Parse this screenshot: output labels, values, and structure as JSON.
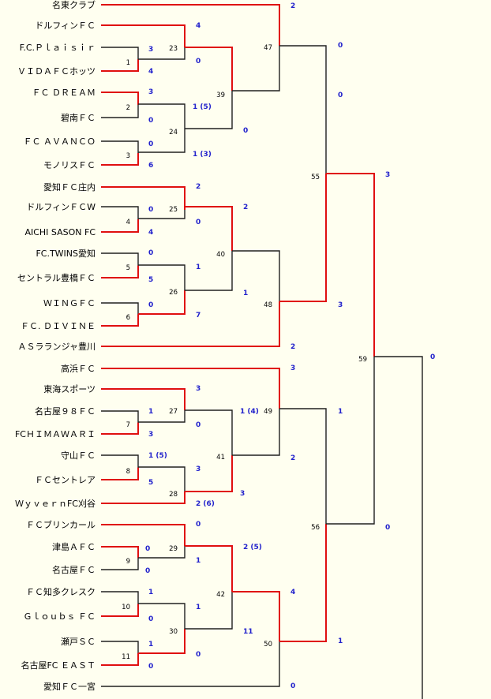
{
  "teams": [
    "名東クラブ",
    "ドルフィンＦＣ",
    "F.C.Ｐｌａｉｓｉｒ",
    "ＶＩＤＡＦＣホッツ",
    "ＦＣ ＤＲＥＡＭ",
    "碧南ＦＣ",
    "ＦＣ ＡＶＡＮＣＯ",
    "モノリスＦＣ",
    "愛知ＦＣ庄内",
    "ドルフィンＦＣW",
    "AICHI SASON FC",
    "FC.TWINS愛知",
    "セントラル豊橋ＦＣ",
    "ＷＩＮＧＦＣ",
    "ＦＣ. ＤＩＶＩＮＥ",
    "ＡＳラランジャ豊川",
    "高浜ＦＣ",
    "東海スポーツ",
    "名古屋９８ＦＣ",
    "FCＨＩＭＡＷＡＲＩ",
    "守山ＦＣ",
    "ＦＣセントレア",
    "ＷｙｖｅｒｎFC刈谷",
    "ＦＣブリンカール",
    "津島ＡＦＣ",
    "名古屋ＦＣ",
    "ＦＣ知多クレスク",
    "Ｇｌｏｕｂｓ ＦＣ",
    "瀬戸ＳＣ",
    "名古屋FC ＥＡＳＴ",
    "愛知ＦＣ一宮"
  ],
  "match_numbers": [
    "1",
    "2",
    "3",
    "4",
    "5",
    "6",
    "7",
    "8",
    "9",
    "10",
    "11",
    "23",
    "24",
    "25",
    "26",
    "27",
    "28",
    "29",
    "30",
    "39",
    "40",
    "41",
    "42",
    "47",
    "48",
    "49",
    "50",
    "55",
    "56",
    "59"
  ],
  "scores": [
    "2",
    "4",
    "3",
    "0",
    "4",
    "3",
    "1 (5)",
    "0",
    "0",
    "0",
    "1 (3)",
    "6",
    "2",
    "2",
    "0",
    "0",
    "4",
    "0",
    "1",
    "5",
    "1",
    "0",
    "7",
    "2",
    "3",
    "3",
    "1",
    "0",
    "1 (4)",
    "3",
    "0",
    "0",
    "2",
    "3",
    "1 (5)",
    "3",
    "5",
    "3",
    "2 (6)",
    "0",
    "2 (5)",
    "0",
    "1",
    "0",
    "1",
    "1",
    "0",
    "4",
    "11",
    "0",
    "0",
    "0",
    "1",
    "1",
    "3",
    "1",
    "0",
    "0"
  ]
}
